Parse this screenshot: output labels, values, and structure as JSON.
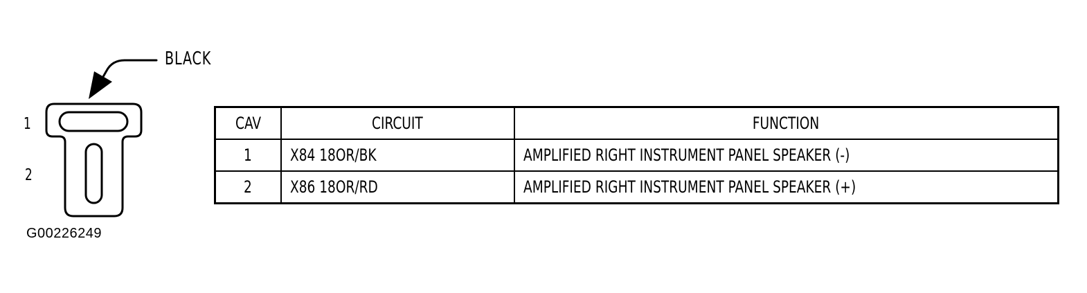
{
  "connector": {
    "color_label": "BLACK",
    "cavity_labels": [
      "1",
      "2"
    ],
    "figure_id": "G00226249"
  },
  "table": {
    "headers": {
      "cav": "CAV",
      "circuit": "CIRCUIT",
      "function": "FUNCTION"
    },
    "rows": [
      {
        "cav": "1",
        "circuit": "X84 18OR/BK",
        "function": "AMPLIFIED RIGHT INSTRUMENT PANEL SPEAKER (-)"
      },
      {
        "cav": "2",
        "circuit": "X86 18OR/RD",
        "function": "AMPLIFIED RIGHT INSTRUMENT PANEL SPEAKER (+)"
      }
    ]
  },
  "colors": {
    "ink": "#000000",
    "background": "#ffffff"
  }
}
